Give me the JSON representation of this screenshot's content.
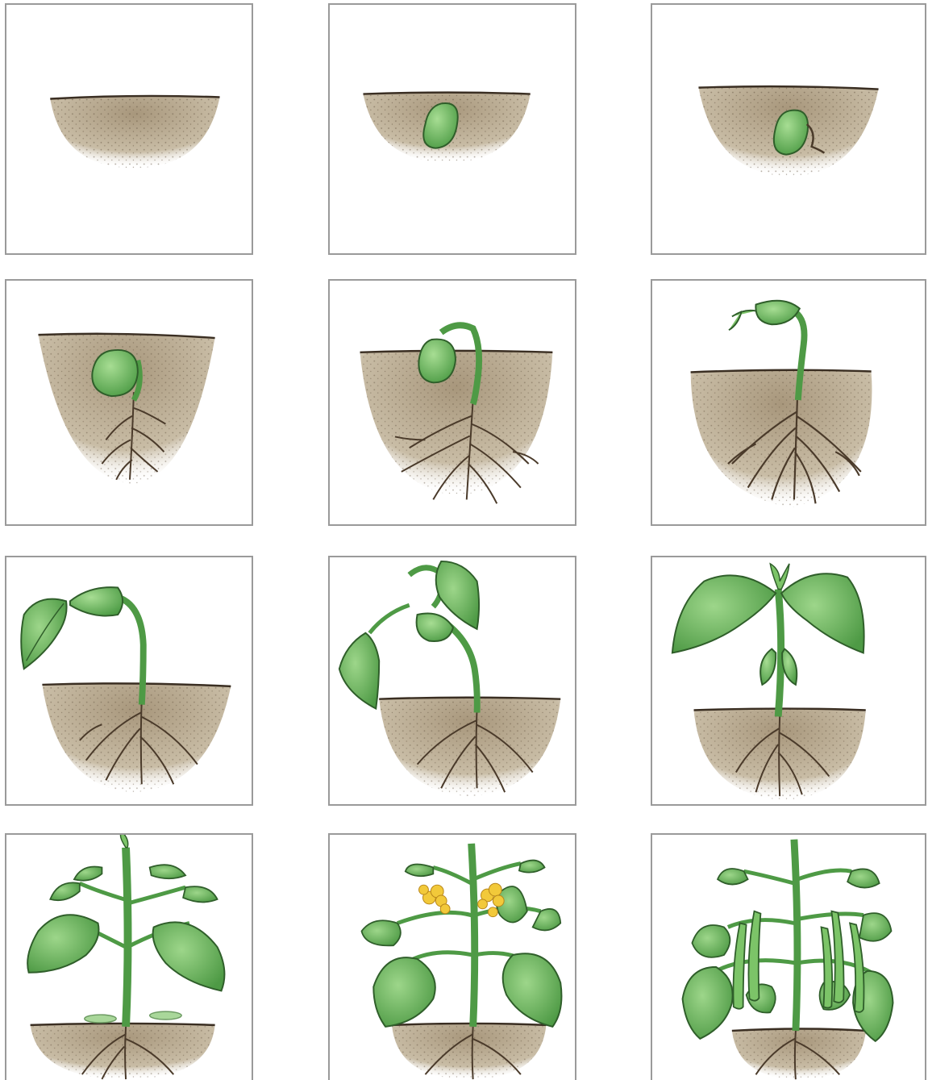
{
  "diagram": {
    "panels": [
      {
        "stage": 1,
        "depicts": [
          "soil"
        ]
      },
      {
        "stage": 2,
        "depicts": [
          "soil",
          "seed"
        ]
      },
      {
        "stage": 3,
        "depicts": [
          "soil",
          "seed",
          "root-tip"
        ]
      },
      {
        "stage": 4,
        "depicts": [
          "soil",
          "seed",
          "roots"
        ]
      },
      {
        "stage": 5,
        "depicts": [
          "soil",
          "seed",
          "stem-hook",
          "roots"
        ]
      },
      {
        "stage": 6,
        "depicts": [
          "soil",
          "seedling",
          "roots"
        ]
      },
      {
        "stage": 7,
        "depicts": [
          "soil",
          "seedling",
          "first-leaves",
          "roots"
        ]
      },
      {
        "stage": 8,
        "depicts": [
          "soil",
          "seedling",
          "leaves",
          "roots"
        ]
      },
      {
        "stage": 9,
        "depicts": [
          "soil",
          "young-plant",
          "leaves",
          "roots"
        ]
      },
      {
        "stage": 10,
        "depicts": [
          "soil",
          "plant",
          "leaves",
          "roots"
        ]
      },
      {
        "stage": 11,
        "depicts": [
          "soil",
          "plant",
          "leaves",
          "flowers",
          "roots"
        ]
      },
      {
        "stage": 12,
        "depicts": [
          "soil",
          "plant",
          "leaves",
          "bean-pods",
          "roots"
        ]
      }
    ],
    "colors": {
      "soil": "#b8a98f",
      "soil_edge": "#7a6a55",
      "plant": "#6fb85f",
      "plant_dark": "#3f7d3a",
      "root": "#5a4532",
      "flower": "#f2c93a"
    }
  }
}
